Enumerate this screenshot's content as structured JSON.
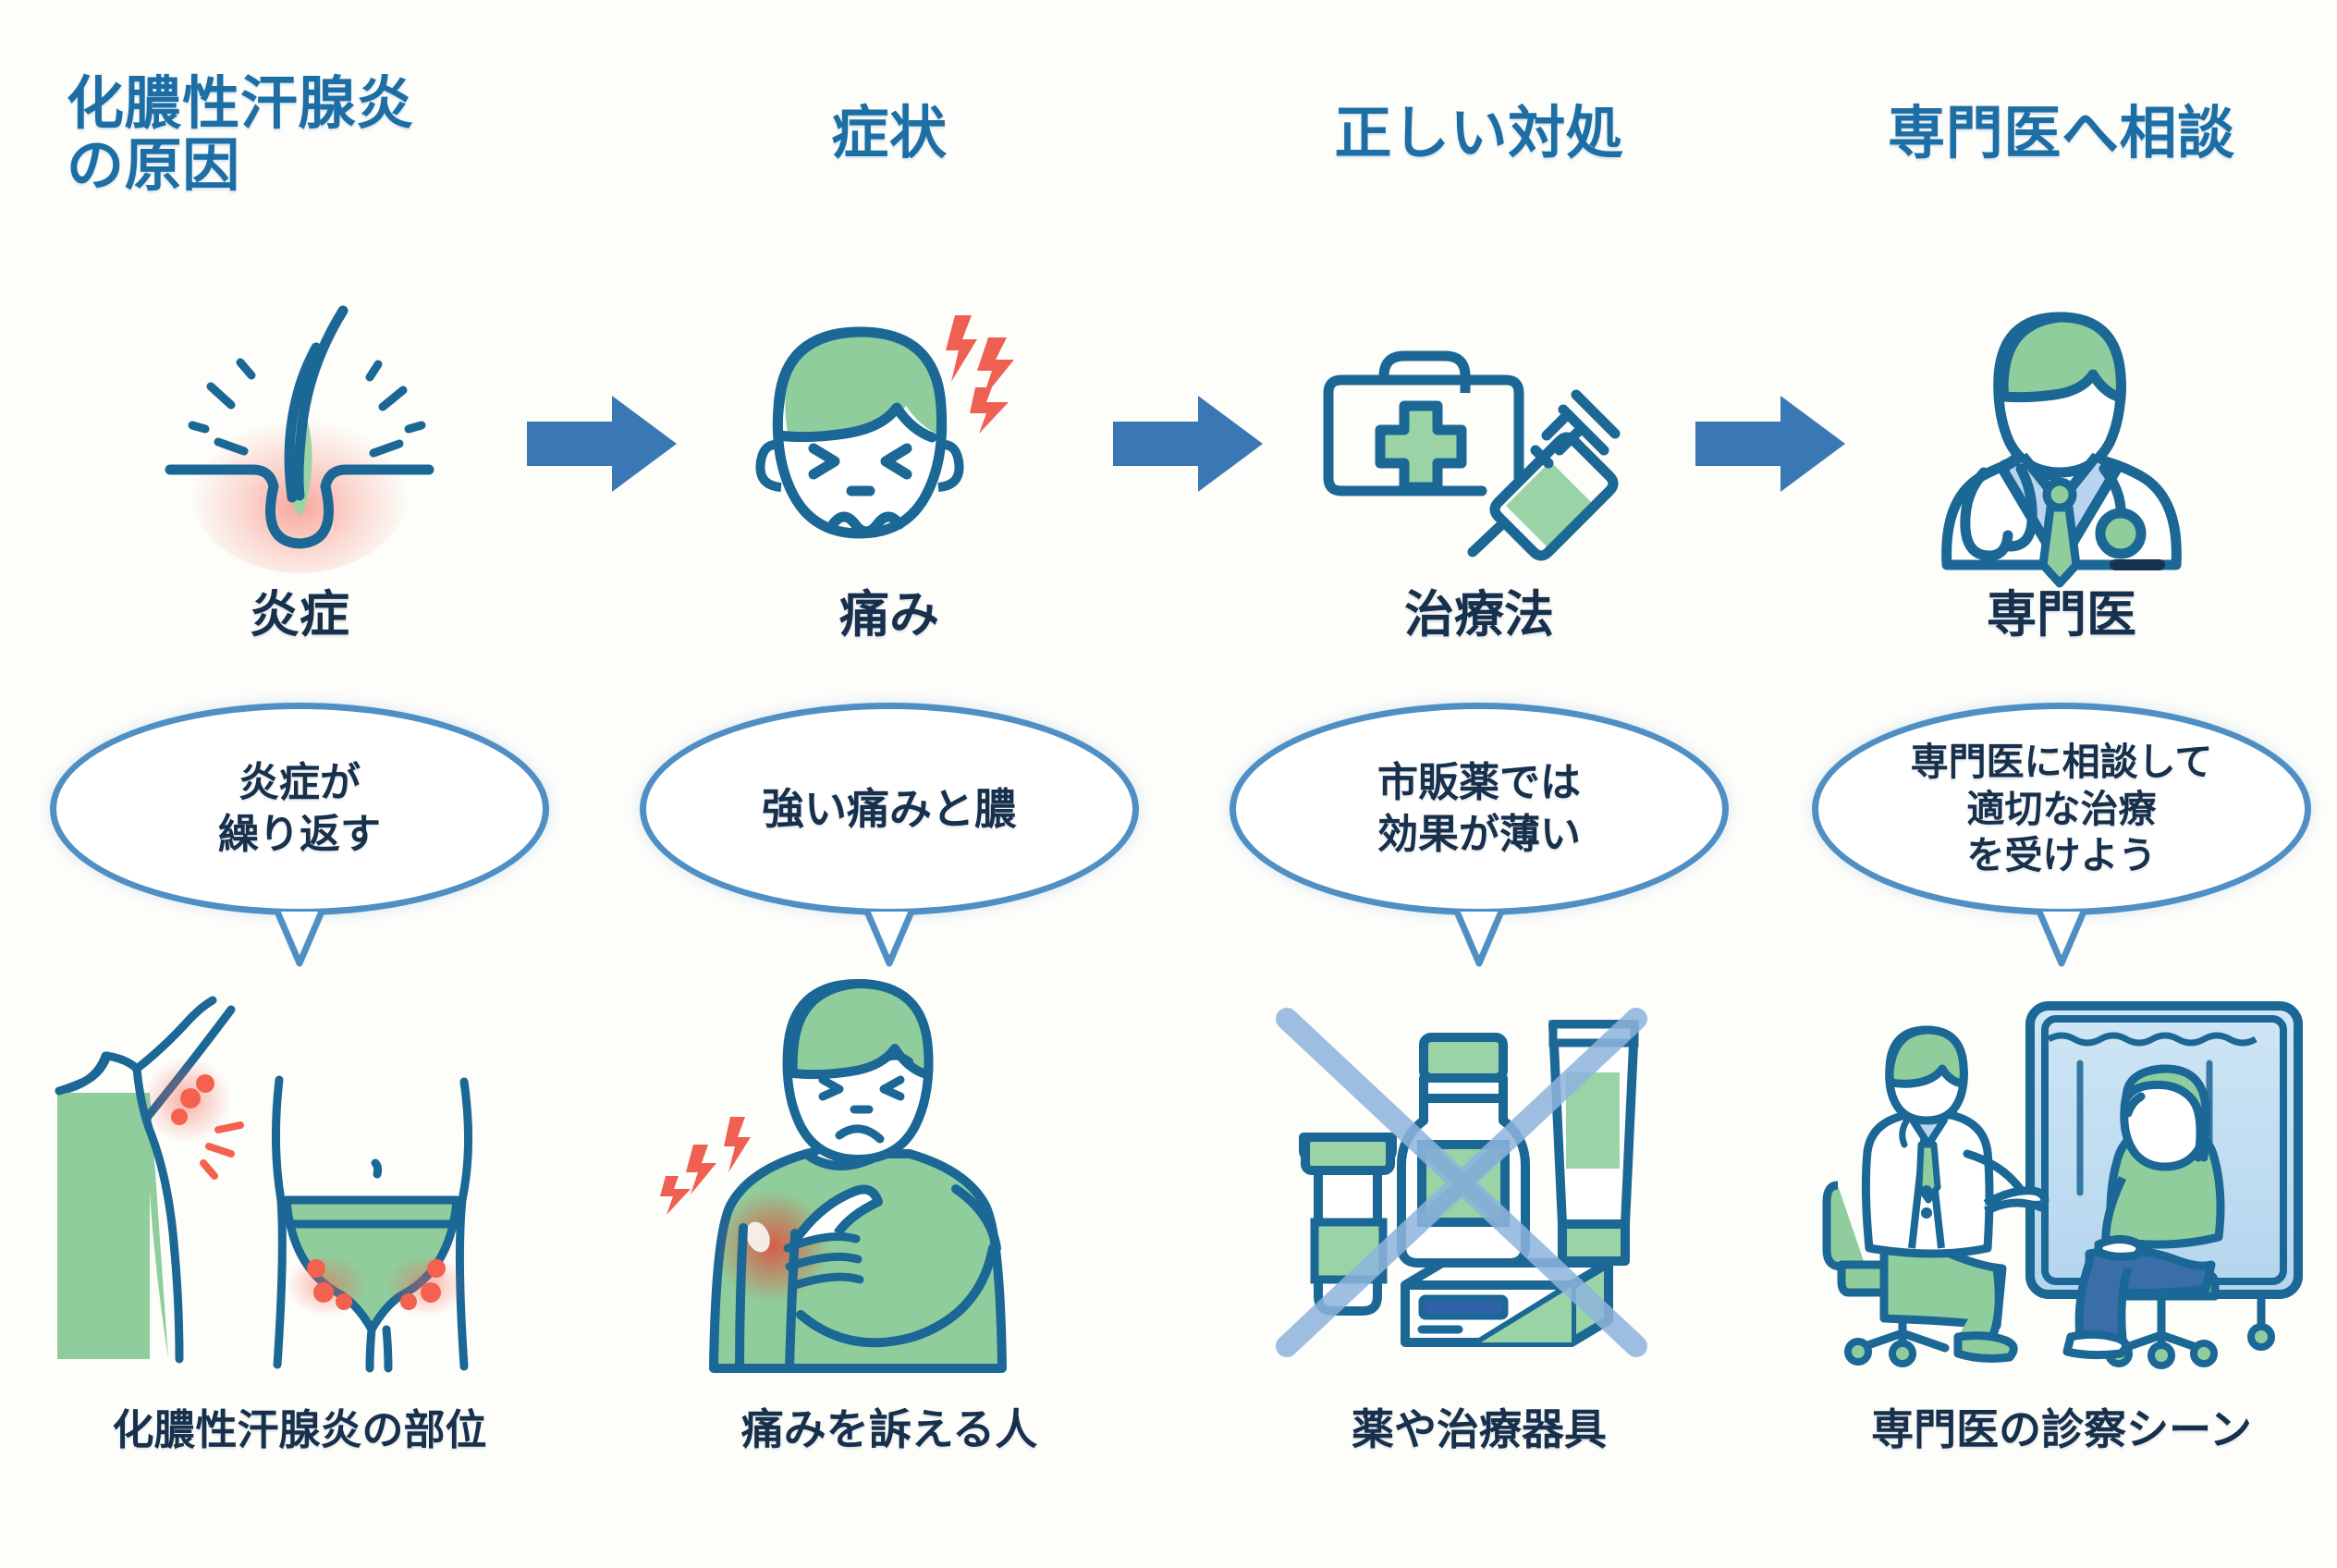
{
  "page": {
    "background_color": "#fdfdfa",
    "heading_color": "#1c6ea4",
    "body_text_color": "#17304c",
    "accent_blue": "#1b6795",
    "accent_green": "#8fce9c",
    "accent_red": "#ef5f52",
    "arrow_color": "#3a78b5",
    "bubble_outline": "#4f8fc4"
  },
  "columns": [
    {
      "heading": "化膿性汗腺炎\nの原因",
      "icon_name": "inflamed-hair-follicle-icon",
      "icon_caption": "炎症",
      "bubble_text": "炎症が\n繰り返す",
      "scene_name": "body-affected-areas-illustration",
      "scene_caption": "化膿性汗腺炎の部位"
    },
    {
      "heading": "症状",
      "icon_name": "pained-face-icon",
      "icon_caption": "痛み",
      "bubble_text": "強い痛みと膿",
      "scene_name": "person-in-pain-illustration",
      "scene_caption": "痛みを訴える人"
    },
    {
      "heading": "正しい対処",
      "icon_name": "first-aid-kit-syringe-icon",
      "icon_caption": "治療法",
      "bubble_text": "市販薬では\n効果が薄い",
      "scene_name": "crossed-out-otc-medicines-illustration",
      "scene_caption": "薬や治療器具"
    },
    {
      "heading": "専門医へ相談",
      "icon_name": "doctor-icon",
      "icon_caption": "専門医",
      "bubble_text": "専門医に相談して\n適切な治療\nを受けよう",
      "scene_name": "doctor-consultation-illustration",
      "scene_caption": "専門医の診察シーン"
    }
  ],
  "arrows": [
    {
      "name": "flow-arrow-1"
    },
    {
      "name": "flow-arrow-2"
    },
    {
      "name": "flow-arrow-3"
    }
  ]
}
